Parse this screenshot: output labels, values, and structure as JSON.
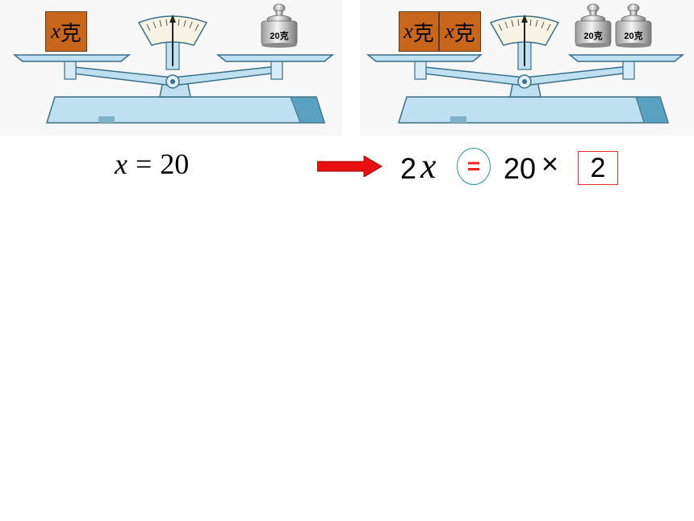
{
  "left_scale": {
    "block": {
      "var": "x",
      "unit": "克"
    },
    "weight_label": "20克"
  },
  "right_scale": {
    "blocks": [
      {
        "var": "x",
        "unit": "克"
      },
      {
        "var": "x",
        "unit": "克"
      }
    ],
    "weight_labels": [
      "20克",
      "20克"
    ]
  },
  "left_equation": {
    "var": "x",
    "op": "=",
    "value": "20"
  },
  "right_equation": {
    "coefficient": "2",
    "var": "x",
    "equals": "=",
    "multiplicand": "20",
    "times": "×",
    "answer": "2"
  },
  "colors": {
    "scale_body": "#bfe0f0",
    "scale_outline": "#3a6f8a",
    "block": "#c8661c",
    "arrow": "#e81010",
    "equals": "#ff2020",
    "circle": "#2a8fa0",
    "answer_box": "#e03030"
  }
}
